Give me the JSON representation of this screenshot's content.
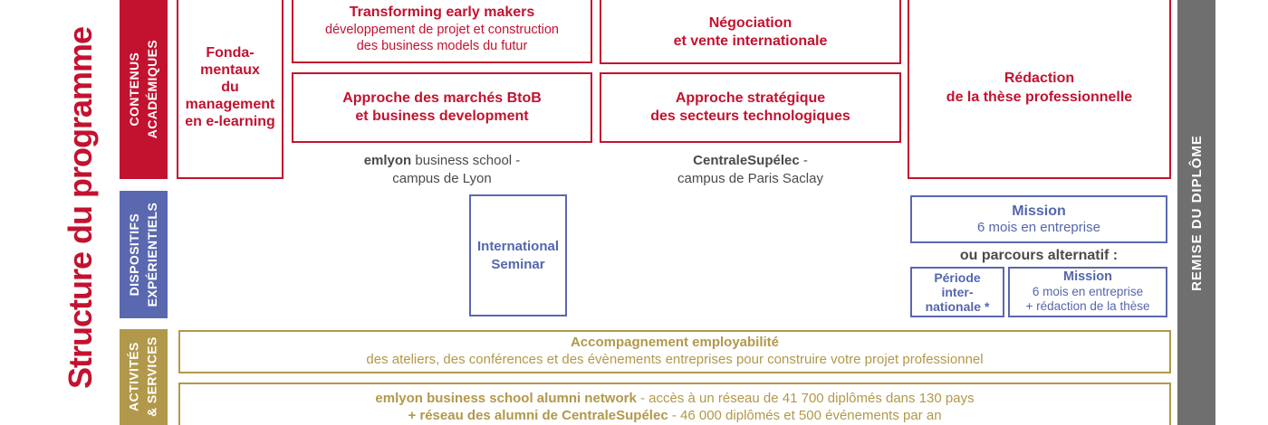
{
  "page": {
    "title": "Structure du programme"
  },
  "colors": {
    "red": "#c3122f",
    "blue": "#5a68b0",
    "gold": "#b2984a",
    "gray_band": "#706f6f",
    "dark_text": "#4a4a49"
  },
  "sections": {
    "academic": {
      "band_label": "CONTENUS\nACADÉMIQUES",
      "fundamentals": "Fonda-\nmentaux\ndu\nmanagement\nen e-learning",
      "transforming": {
        "title": "Transforming early makers",
        "subtitle": "développement de projet et construction\ndes business models du futur"
      },
      "btob": "Approche des marchés BtoB\net business development",
      "negotiation": "Négociation\net vente internationale",
      "strategy": "Approche stratégique\ndes secteurs technologiques",
      "thesis": "Rédaction\nde la thèse professionnelle",
      "campus_emlyon": {
        "bold": "emlyon",
        "rest": " business school -",
        "line2": "campus de Lyon"
      },
      "campus_centrale": {
        "bold": "CentraleSupélec",
        "rest": " -",
        "line2": "campus de Paris Saclay"
      }
    },
    "experiential": {
      "band_label": "DISPOSITIFS\nEXPÉRIENTIELS",
      "international_seminar": "International\nSeminar",
      "mission": {
        "title": "Mission",
        "subtitle": "6 mois en entreprise"
      },
      "alternative_label": "ou parcours alternatif :",
      "international_period": "Période\ninter-\nnationale *",
      "mission_alt": {
        "title": "Mission",
        "subtitle": "6 mois en entreprise\n+ rédaction de la thèse"
      }
    },
    "services": {
      "band_label": "ACTIVITÉS\n& SERVICES",
      "employability": {
        "title": "Accompagnement employabilité",
        "subtitle": "des ateliers, des conférences et des évènements entreprises pour construire votre projet professionnel"
      },
      "alumni": {
        "line1_bold": "emlyon business school alumni network",
        "line1_rest": " - accès à un réseau de 41 700 diplômés dans 130 pays",
        "line2_bold": "+ réseau des alumni de CentraleSupélec",
        "line2_rest": " - 46 000 diplômés et 500 événements par an"
      }
    },
    "diploma": {
      "band_label": "REMISE DU DIPLÔME"
    }
  }
}
